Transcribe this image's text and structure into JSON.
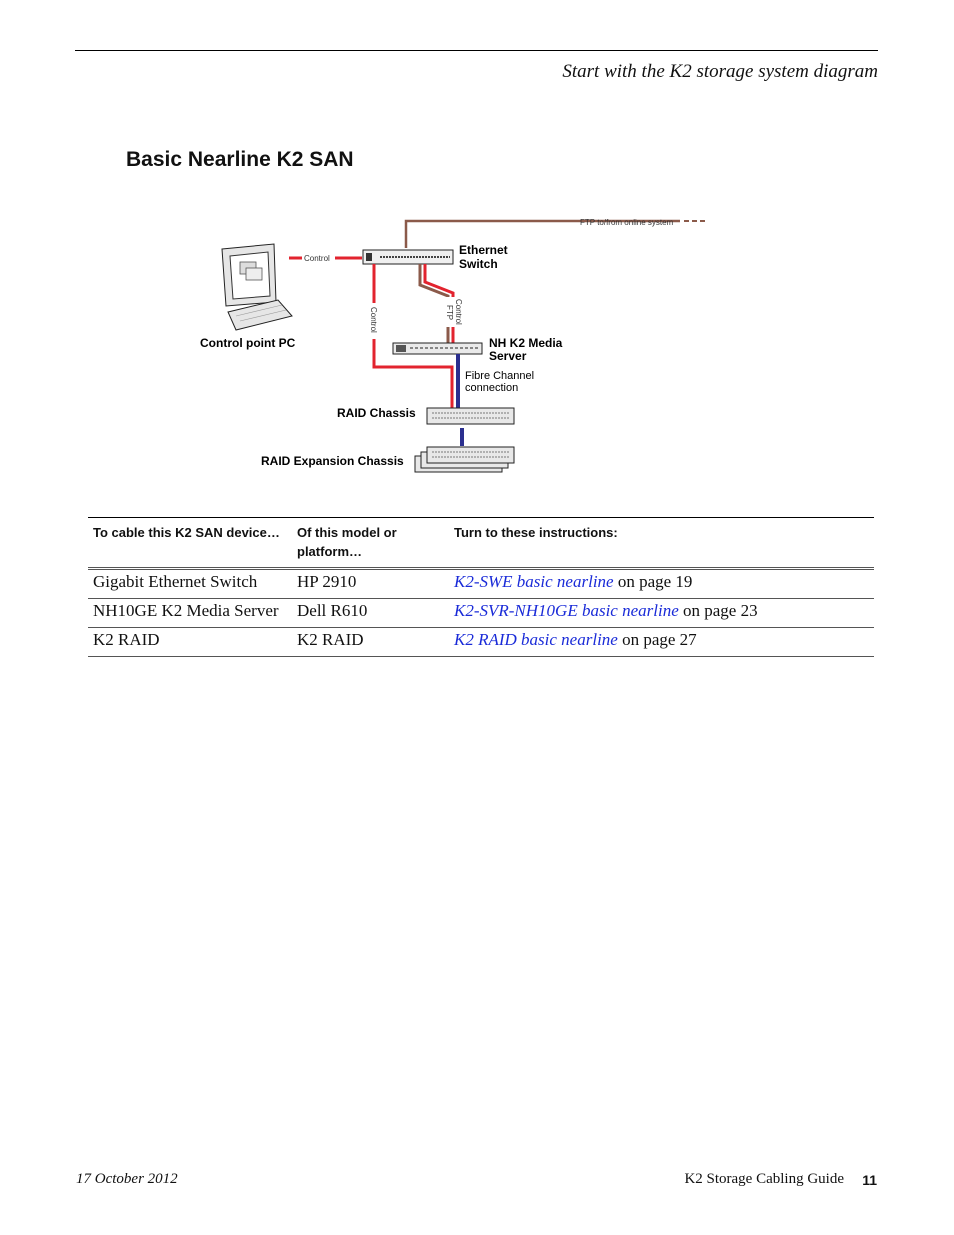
{
  "header": {
    "section_title": "Start with the K2 storage system diagram"
  },
  "heading": "Basic Nearline K2 SAN",
  "diagram": {
    "ftp_label": "FTP to/from online system",
    "control_label_pc": "Control",
    "ethernet_switch_line1": "Ethernet",
    "ethernet_switch_line2": "Switch",
    "control_vertical": "Control",
    "control_ftp_1": "Control",
    "control_ftp_2": "FTP",
    "control_point_pc": "Control point PC",
    "nh_server_line1": "NH K2 Media",
    "nh_server_line2": "Server",
    "fibre_line1": "Fibre Channel",
    "fibre_line2": "connection",
    "raid_chassis": "RAID Chassis",
    "raid_expansion": "RAID Expansion Chassis",
    "colors": {
      "control": "#e2232e",
      "ftp": "#8b5a4a",
      "fibre": "#2b2f8f"
    }
  },
  "table": {
    "headers": [
      "To cable this K2 SAN device…",
      "Of this model or platform…",
      "Turn to these instructions:"
    ],
    "rows": [
      {
        "device": "Gigabit Ethernet Switch",
        "model": "HP 2910",
        "link": "K2-SWE basic nearline",
        "page": " on page 19"
      },
      {
        "device": "NH10GE K2 Media Server",
        "model": "Dell R610",
        "link": "K2-SVR-NH10GE basic nearline",
        "page": " on page 23"
      },
      {
        "device": "K2 RAID",
        "model": "K2 RAID",
        "link": "K2 RAID basic nearline",
        "page": " on page 27"
      }
    ]
  },
  "footer": {
    "date": "17 October 2012",
    "guide": "K2 Storage Cabling Guide",
    "page": "11"
  }
}
